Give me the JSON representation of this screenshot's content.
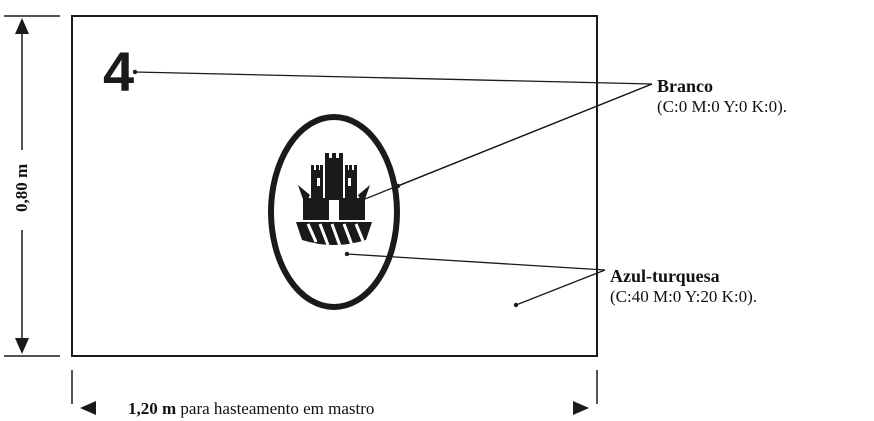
{
  "flag": {
    "number": "4"
  },
  "labels": {
    "branco": {
      "name": "Branco",
      "cmyk": "(C:0 M:0 Y:0 K:0)."
    },
    "azul": {
      "name": "Azul-turquesa",
      "cmyk": "(C:40 M:0 Y:20 K:0)."
    }
  },
  "dimensions": {
    "height": "0,80 m",
    "width_value": "1,20 m",
    "width_text": "para hasteamento em mastro"
  },
  "colors": {
    "line": "#1a1a1a"
  }
}
